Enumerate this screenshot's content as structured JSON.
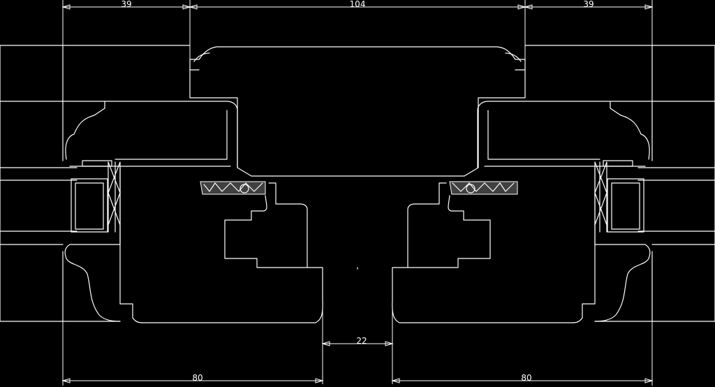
{
  "drawing": {
    "background": "#000000",
    "line_color": "#ffffff"
  },
  "dimensions": {
    "top_left": "39",
    "top_center": "104",
    "top_right": "39",
    "gap": "22",
    "bottom_left": "80",
    "bottom_right": "80"
  }
}
